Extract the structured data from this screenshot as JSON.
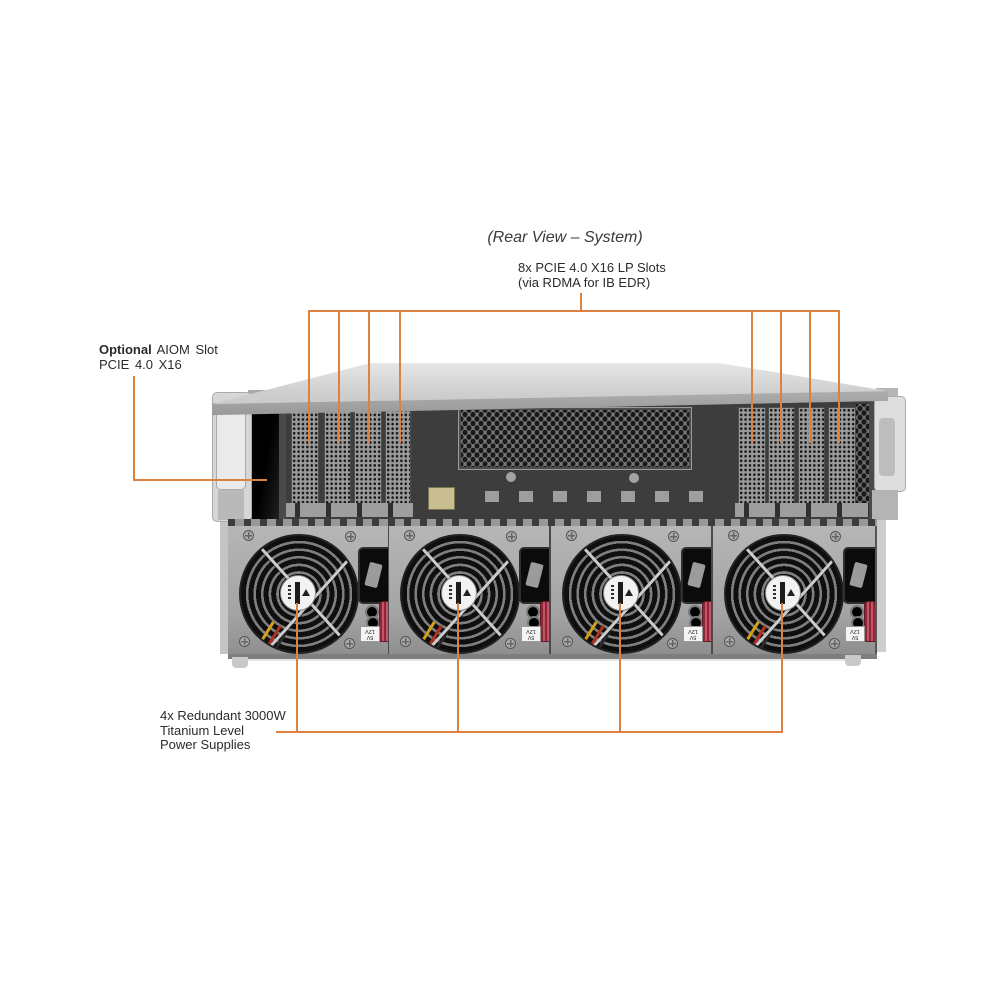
{
  "title": {
    "text": "(Rear View – System)"
  },
  "labels": {
    "pcie_slots": {
      "line1": "8x PCIE 4.0 X16 LP Slots",
      "line2": "(via RDMA for IB EDR)"
    },
    "aiom": {
      "emphasis": "Optional",
      "line1_rest": " AIOM Slot",
      "line2": "PCIE 4.0 X16"
    },
    "psu": {
      "line1": "4x Redundant 3000W",
      "line2": "Titanium Level",
      "line3": "Power Supplies"
    }
  },
  "server": {
    "psu_voltage_line1": "5V",
    "psu_voltage_line2": "12V"
  },
  "colors": {
    "callout": "#DC8140",
    "chassis": "#c6c6c6",
    "panel": "#6f6f6f",
    "psu_handle_red": "#8e2636"
  }
}
